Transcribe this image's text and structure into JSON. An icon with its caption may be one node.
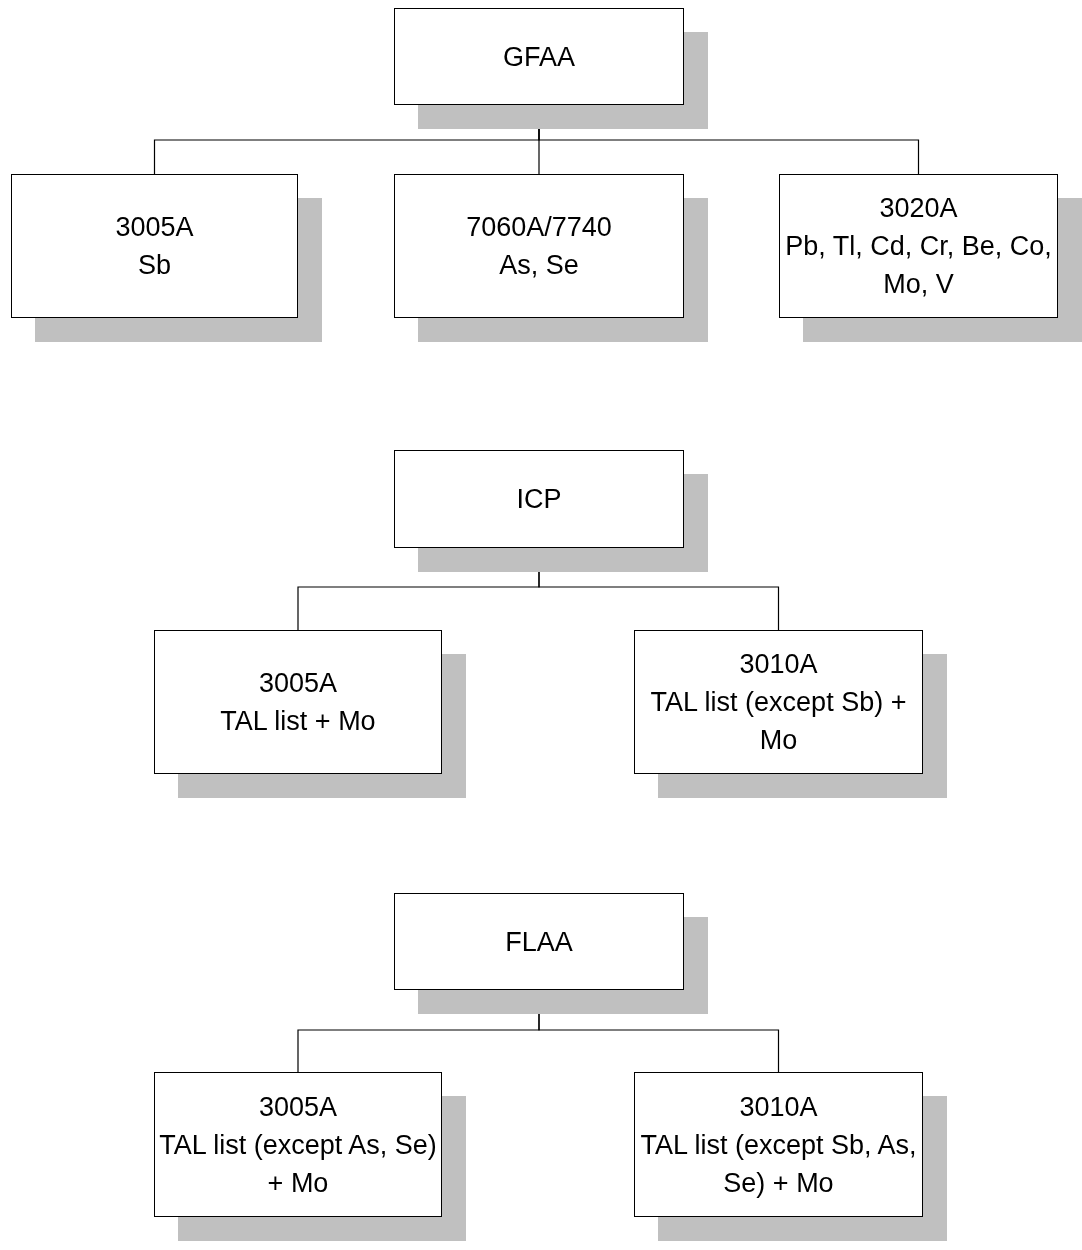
{
  "diagram": {
    "nodes": [
      {
        "text": [
          "GFAA"
        ]
      },
      {
        "text": [
          "3005A",
          "Sb"
        ]
      },
      {
        "text": [
          "7060A/7740",
          "As, Se"
        ]
      },
      {
        "text": [
          "3020A",
          "Pb, Tl, Cd, Cr, Be, Co, Mo, V"
        ]
      },
      {
        "text": [
          "ICP"
        ]
      },
      {
        "text": [
          "3005A",
          "TAL list + Mo"
        ]
      },
      {
        "text": [
          "3010A",
          "TAL list (except Sb) + Mo"
        ]
      },
      {
        "text": [
          "FLAA"
        ]
      },
      {
        "text": [
          "3005A",
          "TAL list (except As, Se) + Mo"
        ]
      },
      {
        "text": [
          "3010A",
          "TAL list (except Sb, As, Se) + Mo"
        ]
      }
    ],
    "edges": [
      {
        "from": 0,
        "to": 1,
        "arrow": "none"
      },
      {
        "from": 0,
        "to": 2,
        "arrow": "none"
      },
      {
        "from": 0,
        "to": 3,
        "arrow": "none"
      },
      {
        "from": 4,
        "to": 5,
        "arrow": "none"
      },
      {
        "from": 4,
        "to": 6,
        "arrow": "none"
      },
      {
        "from": 7,
        "to": 8,
        "arrow": "none"
      },
      {
        "from": 7,
        "to": 9,
        "arrow": "none"
      }
    ]
  }
}
